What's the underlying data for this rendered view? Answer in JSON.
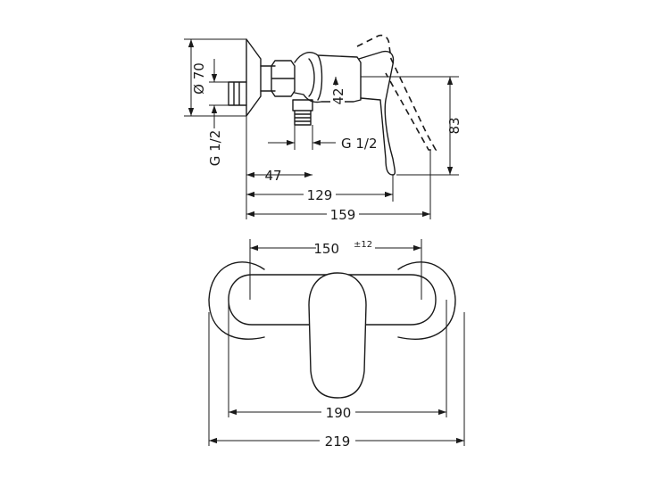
{
  "dimensions": {
    "d_flange": "Ø 70",
    "thread_left": "G 1/2",
    "height_42": "42",
    "thread_outlet": "G 1/2",
    "height_83": "83",
    "len_47": "47",
    "len_129": "129",
    "len_159": "159",
    "spacing_150": "150",
    "spacing_tol": "±12",
    "width_190": "190",
    "width_219": "219"
  }
}
